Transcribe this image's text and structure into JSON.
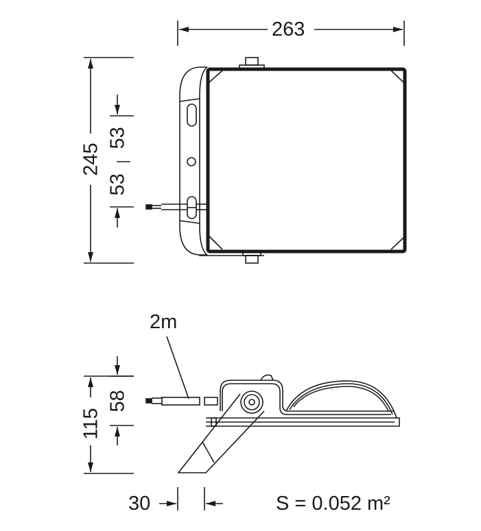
{
  "drawing": {
    "top_view": {
      "width_dim": "263",
      "height_dim": "245",
      "hole_spacing_upper": "53",
      "hole_spacing_lower": "53"
    },
    "side_view": {
      "cable_length": "2m",
      "height_dim": "115",
      "body_height_dim": "58",
      "bracket_offset_dim": "30"
    },
    "surface_area": "S = 0.052 m²",
    "colors": {
      "line": "#1a1a1a",
      "background": "#ffffff"
    }
  }
}
